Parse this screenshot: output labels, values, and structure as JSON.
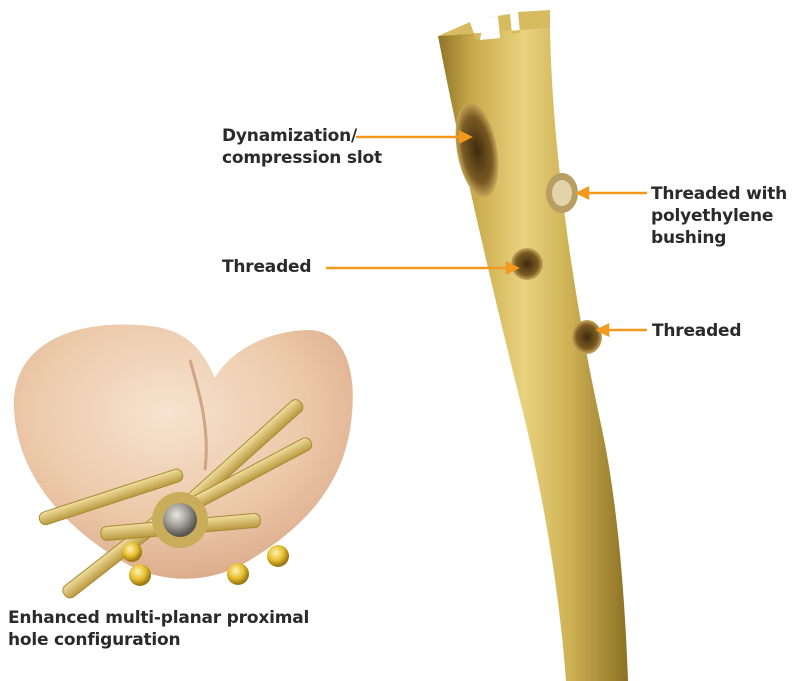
{
  "accent_color": "#f39a1e",
  "labels": {
    "dynamization": [
      "Dynamization/",
      "compression slot"
    ],
    "threaded_left": "Threaded",
    "threaded_poly": [
      "Threaded with",
      "polyethylene",
      "bushing"
    ],
    "threaded_right": "Threaded"
  },
  "caption": [
    "Enhanced multi-planar proximal",
    "hole configuration"
  ]
}
